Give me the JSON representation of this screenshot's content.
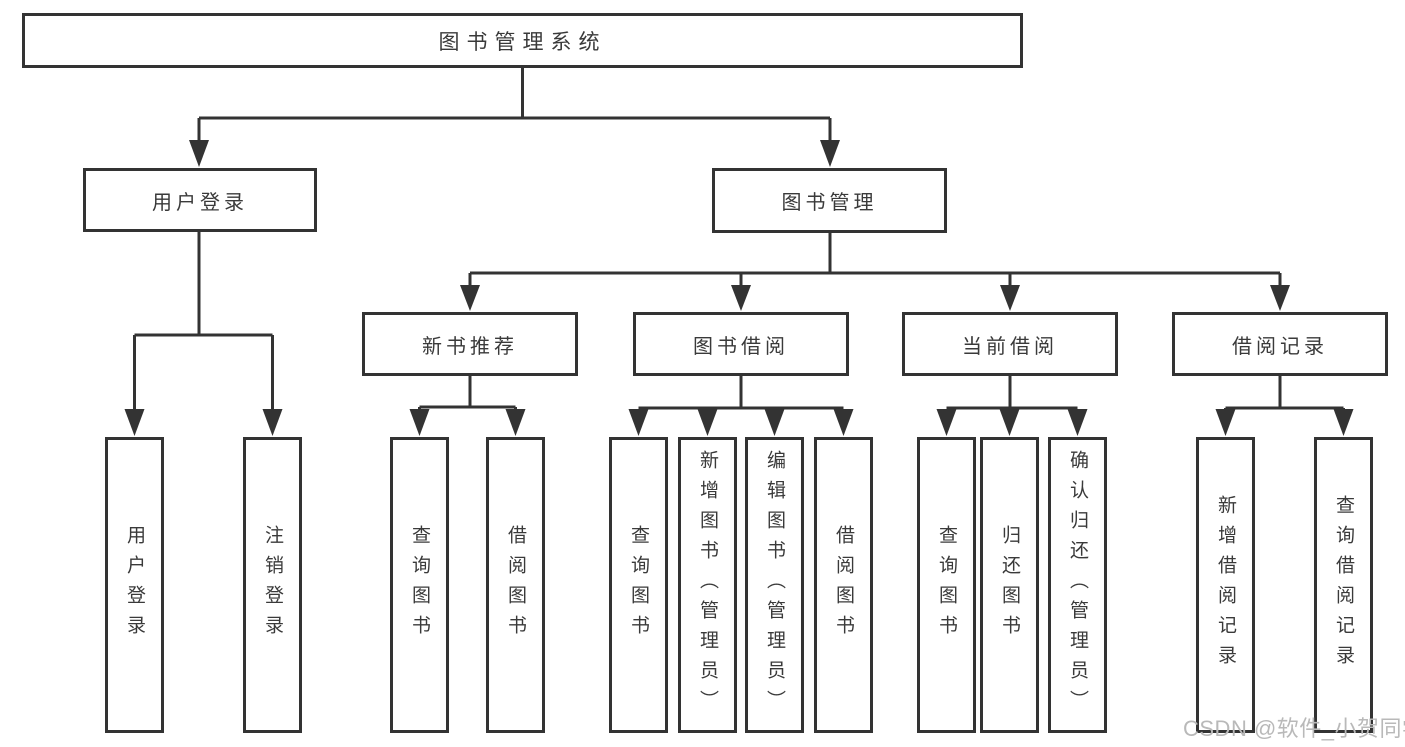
{
  "tree": {
    "root": {
      "label": "图书管理系统"
    },
    "branches": [
      {
        "label": "用户登录",
        "children": [
          {
            "label": "用户登录"
          },
          {
            "label": "注销登录"
          }
        ]
      },
      {
        "label": "图书管理",
        "sections": [
          {
            "label": "新书推荐",
            "children": [
              {
                "label": "查询图书"
              },
              {
                "label": "借阅图书"
              }
            ]
          },
          {
            "label": "图书借阅",
            "children": [
              {
                "label": "查询图书"
              },
              {
                "label": "新增图书（管理员）"
              },
              {
                "label": "编辑图书（管理员）"
              },
              {
                "label": "借阅图书"
              }
            ]
          },
          {
            "label": "当前借阅",
            "children": [
              {
                "label": "查询图书"
              },
              {
                "label": "归还图书"
              },
              {
                "label": "确认归还（管理员）"
              }
            ]
          },
          {
            "label": "借阅记录",
            "children": [
              {
                "label": "新增借阅记录"
              },
              {
                "label": "查询借阅记录"
              }
            ]
          }
        ]
      }
    ]
  },
  "watermark": {
    "text": "CSDN @软件_小贺同学"
  },
  "colors": {
    "line": "#333333",
    "text": "#3a3a3a",
    "watermark": "#b9b9b9",
    "background": "#ffffff"
  }
}
